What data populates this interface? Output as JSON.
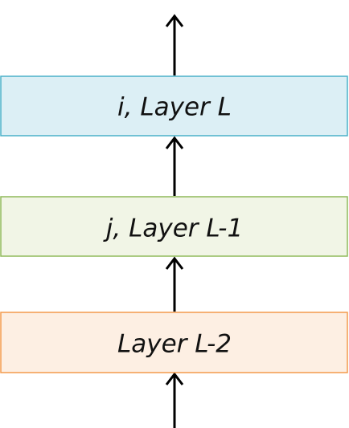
{
  "diagram": {
    "layers": [
      {
        "id": "layer-l",
        "label": "i, Layer L",
        "fill": "#dceff5",
        "stroke": "#4ab0c8"
      },
      {
        "id": "layer-l-minus-1",
        "label": "j, Layer L-1",
        "fill": "#f1f5e6",
        "stroke": "#8fba5a"
      },
      {
        "id": "layer-l-minus-2",
        "label": "Layer L-2",
        "fill": "#fdefe3",
        "stroke": "#f39a4c"
      }
    ],
    "arrow_color": "#000000"
  }
}
